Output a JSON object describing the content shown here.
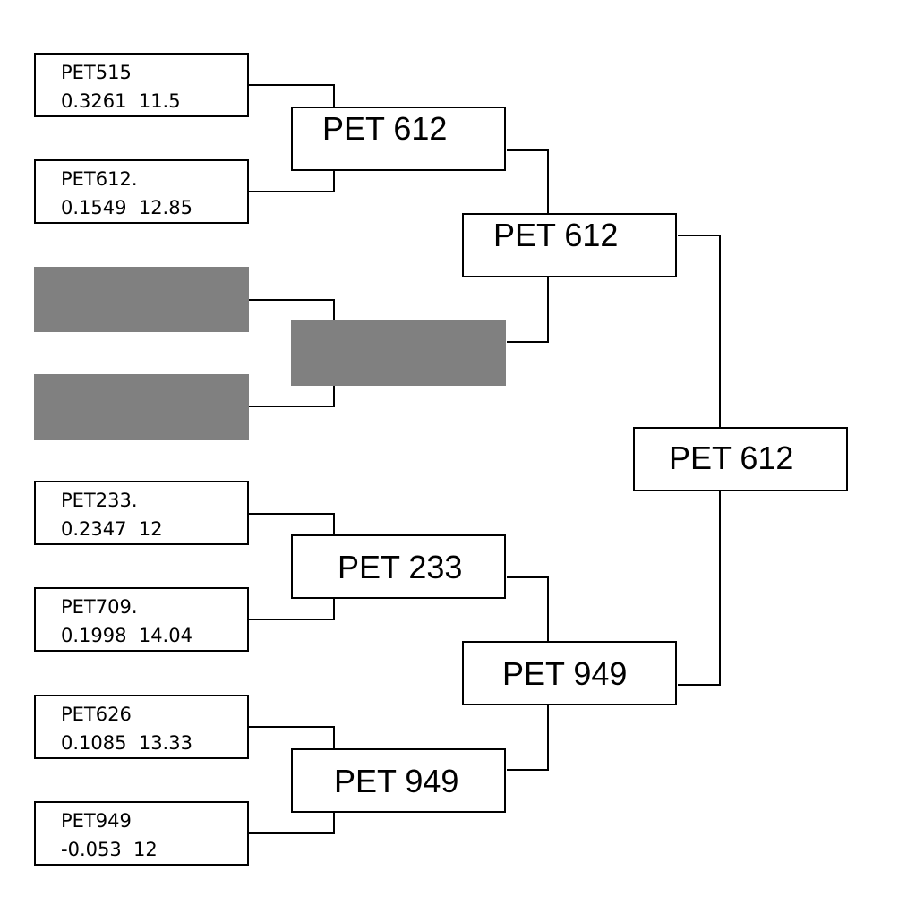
{
  "colors": {
    "line": "#000000",
    "box_fill": "#ffffff",
    "blank_fill": "#808080"
  },
  "round1": [
    {
      "name": "PET515",
      "stats": "0.3261  11.5"
    },
    {
      "name": "PET612.",
      "stats": "0.1549  12.85"
    },
    {
      "blank": true
    },
    {
      "blank": true
    },
    {
      "name": "PET233.",
      "stats": "0.2347  12"
    },
    {
      "name": "PET709.",
      "stats": "0.1998  14.04"
    },
    {
      "name": "PET626",
      "stats": "0.1085  13.33"
    },
    {
      "name": "PET949",
      "stats": "-0.053  12"
    }
  ],
  "round2": [
    {
      "label": "PET 612"
    },
    {
      "blank": true
    },
    {
      "label": "PET 233"
    },
    {
      "label": "PET 949"
    }
  ],
  "semifinals": [
    {
      "label": "PET 612"
    },
    {
      "label": "PET 949"
    }
  ],
  "final": {
    "label": "PET 612"
  }
}
